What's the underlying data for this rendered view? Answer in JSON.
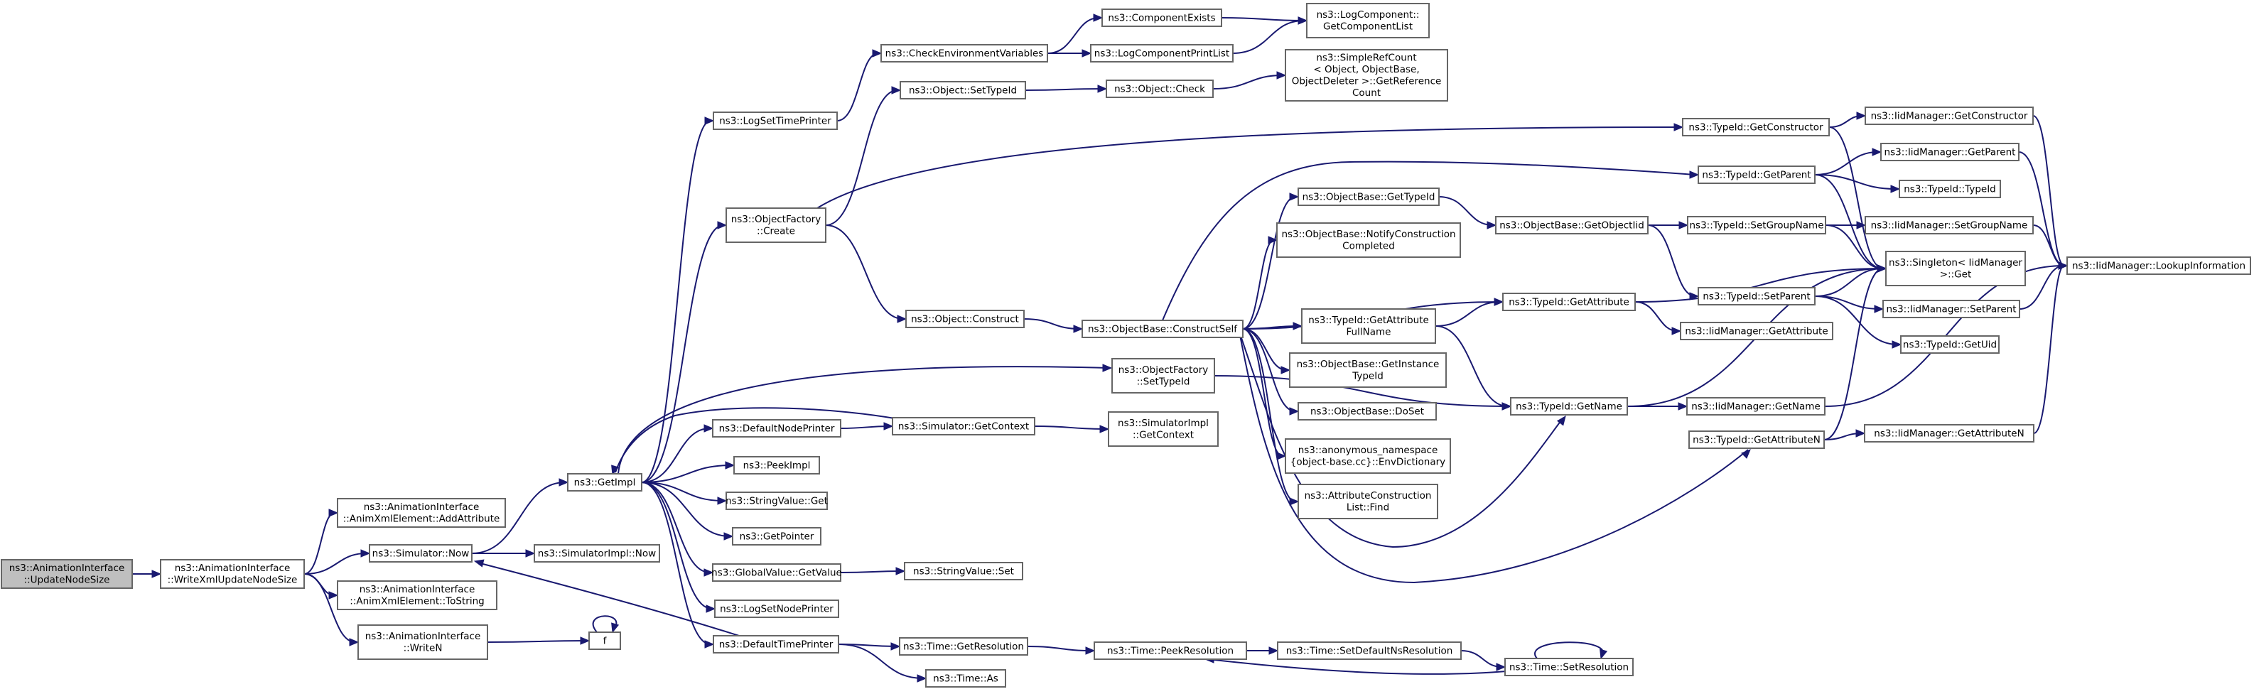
{
  "root": "UpdateNodeSize",
  "nodes": [
    {
      "id": "UpdateNodeSize",
      "lines": [
        "ns3::AnimationInterface",
        "::UpdateNodeSize"
      ],
      "root": true
    },
    {
      "id": "WriteXmlUpdateNodeSize",
      "lines": [
        "ns3::AnimationInterface",
        "::WriteXmlUpdateNodeSize"
      ]
    },
    {
      "id": "AddAttribute",
      "lines": [
        "ns3::AnimationInterface",
        "::AnimXmlElement::AddAttribute"
      ]
    },
    {
      "id": "SimulatorNow",
      "lines": [
        "ns3::Simulator::Now"
      ]
    },
    {
      "id": "ToString",
      "lines": [
        "ns3::AnimationInterface",
        "::AnimXmlElement::ToString"
      ]
    },
    {
      "id": "WriteN",
      "lines": [
        "ns3::AnimationInterface",
        "::WriteN"
      ]
    },
    {
      "id": "GetImpl",
      "lines": [
        "ns3::GetImpl"
      ]
    },
    {
      "id": "SimulatorImplNow",
      "lines": [
        "ns3::SimulatorImpl::Now"
      ]
    },
    {
      "id": "f",
      "lines": [
        "f"
      ]
    },
    {
      "id": "LogSetTimePrinter",
      "lines": [
        "ns3::LogSetTimePrinter"
      ]
    },
    {
      "id": "ObjectFactoryCreate",
      "lines": [
        "ns3::ObjectFactory",
        "::Create"
      ]
    },
    {
      "id": "DefaultNodePrinter",
      "lines": [
        "ns3::DefaultNodePrinter"
      ]
    },
    {
      "id": "PeekImpl",
      "lines": [
        "ns3::PeekImpl"
      ]
    },
    {
      "id": "StringValueGet",
      "lines": [
        "ns3::StringValue::Get"
      ]
    },
    {
      "id": "GetPointer",
      "lines": [
        "ns3::GetPointer"
      ]
    },
    {
      "id": "GlobalValueGetValue",
      "lines": [
        "ns3::GlobalValue::GetValue"
      ]
    },
    {
      "id": "LogSetNodePrinter",
      "lines": [
        "ns3::LogSetNodePrinter"
      ]
    },
    {
      "id": "DefaultTimePrinter",
      "lines": [
        "ns3::DefaultTimePrinter"
      ]
    },
    {
      "id": "CheckEnvironmentVariables",
      "lines": [
        "ns3::CheckEnvironmentVariables"
      ]
    },
    {
      "id": "ObjectSetTypeId",
      "lines": [
        "ns3::Object::SetTypeId"
      ]
    },
    {
      "id": "ObjectConstruct",
      "lines": [
        "ns3::Object::Construct"
      ]
    },
    {
      "id": "SimulatorGetContext",
      "lines": [
        "ns3::Simulator::GetContext"
      ]
    },
    {
      "id": "StringValueSet",
      "lines": [
        "ns3::StringValue::Set"
      ]
    },
    {
      "id": "TimeGetResolution",
      "lines": [
        "ns3::Time::GetResolution"
      ]
    },
    {
      "id": "TimeAs",
      "lines": [
        "ns3::Time::As"
      ]
    },
    {
      "id": "ComponentExists",
      "lines": [
        "ns3::ComponentExists"
      ]
    },
    {
      "id": "LogComponentPrintList",
      "lines": [
        "ns3::LogComponentPrintList"
      ]
    },
    {
      "id": "ObjectCheck",
      "lines": [
        "ns3::Object::Check"
      ]
    },
    {
      "id": "ConstructSelf",
      "lines": [
        "ns3::ObjectBase::ConstructSelf"
      ]
    },
    {
      "id": "ObjectFactorySetTypeId",
      "lines": [
        "ns3::ObjectFactory",
        "::SetTypeId"
      ]
    },
    {
      "id": "SimulatorImplGetContext",
      "lines": [
        "ns3::SimulatorImpl",
        "::GetContext"
      ]
    },
    {
      "id": "TimePeekResolution",
      "lines": [
        "ns3::Time::PeekResolution"
      ]
    },
    {
      "id": "GetComponentList",
      "lines": [
        "ns3::LogComponent::",
        "GetComponentList"
      ]
    },
    {
      "id": "SimpleRefCount",
      "lines": [
        "ns3::SimpleRefCount",
        "< Object, ObjectBase,",
        "ObjectDeleter >::GetReference",
        "Count"
      ]
    },
    {
      "id": "ObjectBaseGetTypeId",
      "lines": [
        "ns3::ObjectBase::GetTypeId"
      ]
    },
    {
      "id": "NotifyConstructionCompleted",
      "lines": [
        "ns3::ObjectBase::NotifyConstruction",
        "Completed"
      ]
    },
    {
      "id": "GetAttributeFullName",
      "lines": [
        "ns3::TypeId::GetAttribute",
        "FullName"
      ]
    },
    {
      "id": "GetInstanceTypeId",
      "lines": [
        "ns3::ObjectBase::GetInstance",
        "TypeId"
      ]
    },
    {
      "id": "DoSet",
      "lines": [
        "ns3::ObjectBase::DoSet"
      ]
    },
    {
      "id": "EnvDictionary",
      "lines": [
        "ns3::anonymous_namespace",
        "{object-base.cc}::EnvDictionary"
      ]
    },
    {
      "id": "AttributeConstructionListFind",
      "lines": [
        "ns3::AttributeConstruction",
        "List::Find"
      ]
    },
    {
      "id": "TimeSetDefaultNsResolution",
      "lines": [
        "ns3::Time::SetDefaultNsResolution"
      ]
    },
    {
      "id": "ObjectBaseGetObjectIid",
      "lines": [
        "ns3::ObjectBase::GetObjectIid"
      ]
    },
    {
      "id": "TypeIdGetAttribute",
      "lines": [
        "ns3::TypeId::GetAttribute"
      ]
    },
    {
      "id": "TypeIdGetName",
      "lines": [
        "ns3::TypeId::GetName"
      ]
    },
    {
      "id": "TimeSetResolution",
      "lines": [
        "ns3::Time::SetResolution"
      ]
    },
    {
      "id": "TypeIdGetConstructor",
      "lines": [
        "ns3::TypeId::GetConstructor"
      ]
    },
    {
      "id": "TypeIdGetParent",
      "lines": [
        "ns3::TypeId::GetParent"
      ]
    },
    {
      "id": "TypeIdSetGroupName",
      "lines": [
        "ns3::TypeId::SetGroupName"
      ]
    },
    {
      "id": "TypeIdSetParent",
      "lines": [
        "ns3::TypeId::SetParent"
      ]
    },
    {
      "id": "IidManagerGetAttribute",
      "lines": [
        "ns3::IidManager::GetAttribute"
      ]
    },
    {
      "id": "IidManagerGetName",
      "lines": [
        "ns3::IidManager::GetName"
      ]
    },
    {
      "id": "TypeIdGetAttributeN",
      "lines": [
        "ns3::TypeId::GetAttributeN"
      ]
    },
    {
      "id": "IidManagerGetConstructor",
      "lines": [
        "ns3::IidManager::GetConstructor"
      ]
    },
    {
      "id": "IidManagerGetParent",
      "lines": [
        "ns3::IidManager::GetParent"
      ]
    },
    {
      "id": "TypeIdTypeId",
      "lines": [
        "ns3::TypeId::TypeId"
      ]
    },
    {
      "id": "IidManagerSetGroupName",
      "lines": [
        "ns3::IidManager::SetGroupName"
      ]
    },
    {
      "id": "SingletonGet",
      "lines": [
        "ns3::Singleton< IidManager",
        ">::Get"
      ]
    },
    {
      "id": "IidManagerSetParent",
      "lines": [
        "ns3::IidManager::SetParent"
      ]
    },
    {
      "id": "TypeIdGetUid",
      "lines": [
        "ns3::TypeId::GetUid"
      ]
    },
    {
      "id": "IidManagerGetAttributeN",
      "lines": [
        "ns3::IidManager::GetAttributeN"
      ]
    },
    {
      "id": "IidManagerLookupInformation",
      "lines": [
        "ns3::IidManager::LookupInformation"
      ]
    }
  ],
  "edges": [
    [
      "UpdateNodeSize",
      "WriteXmlUpdateNodeSize"
    ],
    [
      "WriteXmlUpdateNodeSize",
      "AddAttribute"
    ],
    [
      "WriteXmlUpdateNodeSize",
      "SimulatorNow"
    ],
    [
      "WriteXmlUpdateNodeSize",
      "ToString"
    ],
    [
      "WriteXmlUpdateNodeSize",
      "WriteN"
    ],
    [
      "SimulatorNow",
      "GetImpl"
    ],
    [
      "SimulatorNow",
      "SimulatorImplNow"
    ],
    [
      "WriteN",
      "f"
    ],
    [
      "f",
      "f"
    ],
    [
      "GetImpl",
      "LogSetTimePrinter"
    ],
    [
      "GetImpl",
      "ObjectFactoryCreate"
    ],
    [
      "GetImpl",
      "DefaultNodePrinter"
    ],
    [
      "GetImpl",
      "PeekImpl"
    ],
    [
      "GetImpl",
      "StringValueGet"
    ],
    [
      "GetImpl",
      "GetPointer"
    ],
    [
      "GetImpl",
      "GlobalValueGetValue"
    ],
    [
      "GetImpl",
      "LogSetNodePrinter"
    ],
    [
      "GetImpl",
      "DefaultTimePrinter"
    ],
    [
      "GetImpl",
      "ObjectFactorySetTypeId"
    ],
    [
      "SimulatorGetContext",
      "GetImpl"
    ],
    [
      "DefaultTimePrinter",
      "SimulatorNow"
    ],
    [
      "LogSetTimePrinter",
      "CheckEnvironmentVariables"
    ],
    [
      "ObjectFactoryCreate",
      "ObjectSetTypeId"
    ],
    [
      "ObjectFactoryCreate",
      "ObjectConstruct"
    ],
    [
      "ObjectFactoryCreate",
      "TypeIdGetConstructor"
    ],
    [
      "DefaultNodePrinter",
      "SimulatorGetContext"
    ],
    [
      "GlobalValueGetValue",
      "StringValueSet"
    ],
    [
      "DefaultTimePrinter",
      "TimeGetResolution"
    ],
    [
      "DefaultTimePrinter",
      "TimeAs"
    ],
    [
      "CheckEnvironmentVariables",
      "ComponentExists"
    ],
    [
      "CheckEnvironmentVariables",
      "LogComponentPrintList"
    ],
    [
      "ComponentExists",
      "GetComponentList"
    ],
    [
      "LogComponentPrintList",
      "GetComponentList"
    ],
    [
      "ObjectSetTypeId",
      "ObjectCheck"
    ],
    [
      "ObjectCheck",
      "SimpleRefCount"
    ],
    [
      "ObjectConstruct",
      "ConstructSelf"
    ],
    [
      "SimulatorGetContext",
      "SimulatorImplGetContext"
    ],
    [
      "TimeGetResolution",
      "TimePeekResolution"
    ],
    [
      "TimePeekResolution",
      "TimeSetDefaultNsResolution"
    ],
    [
      "TimeSetDefaultNsResolution",
      "TimeSetResolution"
    ],
    [
      "TimeSetResolution",
      "TimePeekResolution"
    ],
    [
      "TimeSetResolution",
      "TimeSetResolution"
    ],
    [
      "ConstructSelf",
      "ObjectBaseGetTypeId"
    ],
    [
      "ConstructSelf",
      "NotifyConstructionCompleted"
    ],
    [
      "ConstructSelf",
      "GetAttributeFullName"
    ],
    [
      "ConstructSelf",
      "GetInstanceTypeId"
    ],
    [
      "ConstructSelf",
      "DoSet"
    ],
    [
      "ConstructSelf",
      "EnvDictionary"
    ],
    [
      "ConstructSelf",
      "AttributeConstructionListFind"
    ],
    [
      "ConstructSelf",
      "TypeIdGetAttribute"
    ],
    [
      "ConstructSelf",
      "TypeIdGetParent"
    ],
    [
      "ConstructSelf",
      "TypeIdGetName"
    ],
    [
      "ConstructSelf",
      "TypeIdGetAttributeN"
    ],
    [
      "ObjectFactorySetTypeId",
      "TypeIdGetName"
    ],
    [
      "ObjectBaseGetTypeId",
      "ObjectBaseGetObjectIid"
    ],
    [
      "ObjectBaseGetObjectIid",
      "TypeIdSetGroupName"
    ],
    [
      "ObjectBaseGetObjectIid",
      "TypeIdSetParent"
    ],
    [
      "GetAttributeFullName",
      "TypeIdGetAttribute"
    ],
    [
      "GetAttributeFullName",
      "TypeIdGetName"
    ],
    [
      "TypeIdGetAttribute",
      "IidManagerGetAttribute"
    ],
    [
      "TypeIdGetAttribute",
      "SingletonGet"
    ],
    [
      "TypeIdGetName",
      "IidManagerGetName"
    ],
    [
      "TypeIdGetName",
      "SingletonGet"
    ],
    [
      "TypeIdGetConstructor",
      "IidManagerGetConstructor"
    ],
    [
      "TypeIdGetConstructor",
      "SingletonGet"
    ],
    [
      "TypeIdGetParent",
      "IidManagerGetParent"
    ],
    [
      "TypeIdGetParent",
      "TypeIdTypeId"
    ],
    [
      "TypeIdGetParent",
      "SingletonGet"
    ],
    [
      "TypeIdSetGroupName",
      "IidManagerSetGroupName"
    ],
    [
      "TypeIdSetGroupName",
      "SingletonGet"
    ],
    [
      "TypeIdSetParent",
      "SingletonGet"
    ],
    [
      "TypeIdSetParent",
      "IidManagerSetParent"
    ],
    [
      "TypeIdSetParent",
      "TypeIdGetUid"
    ],
    [
      "TypeIdGetAttributeN",
      "IidManagerGetAttributeN"
    ],
    [
      "TypeIdGetAttributeN",
      "SingletonGet"
    ],
    [
      "IidManagerGetConstructor",
      "IidManagerLookupInformation"
    ],
    [
      "IidManagerGetParent",
      "IidManagerLookupInformation"
    ],
    [
      "IidManagerSetGroupName",
      "IidManagerLookupInformation"
    ],
    [
      "IidManagerSetParent",
      "IidManagerLookupInformation"
    ],
    [
      "IidManagerGetName",
      "IidManagerLookupInformation"
    ],
    [
      "IidManagerGetAttributeN",
      "IidManagerLookupInformation"
    ]
  ]
}
